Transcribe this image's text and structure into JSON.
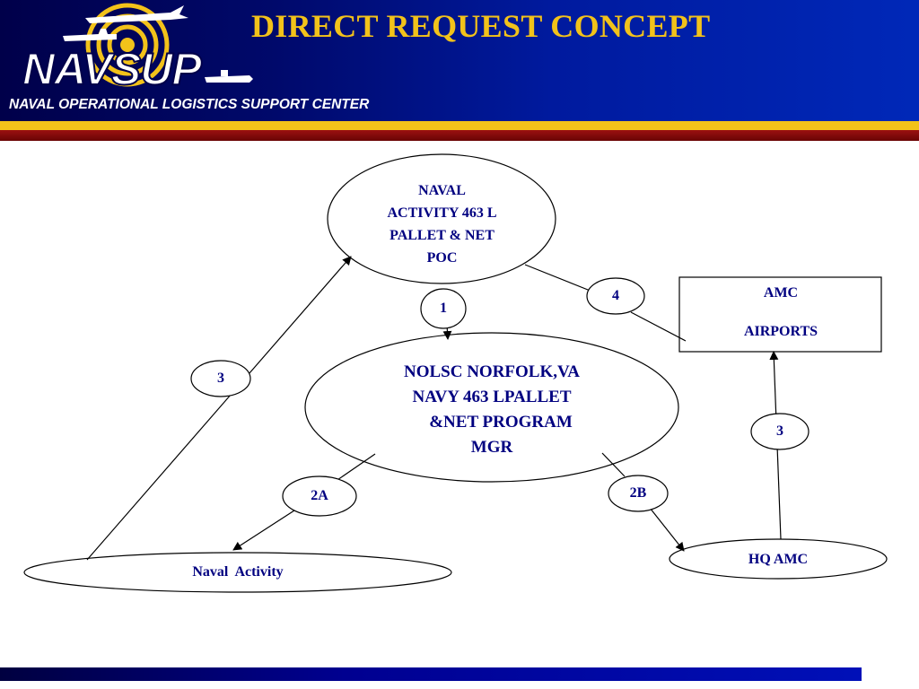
{
  "header": {
    "logo_text": "NAVSUP",
    "title": "DIRECT REQUEST CONCEPT",
    "subtitle": "NAVAL OPERATIONAL LOGISTICS SUPPORT CENTER"
  },
  "colors": {
    "title_gold": "#f2c21a",
    "header_blue": "#00096b",
    "label_navy": "#000080",
    "stripe_red": "#8b0a0a"
  },
  "diagram": {
    "nodes": {
      "naval_activity_poc": {
        "lines": [
          "NAVAL",
          "ACTIVITY 463 L",
          "PALLET & NET",
          "POC"
        ]
      },
      "nolsc": {
        "lines": [
          "NOLSC NORFOLK,VA",
          "NAVY 463 LPALLET",
          "&NET PROGRAM",
          "MGR"
        ]
      },
      "naval_activity": {
        "label": "Naval  Activity"
      },
      "hq_amc": {
        "label": "HQ AMC"
      },
      "amc_airports": {
        "line1": "AMC",
        "line2": "AIRPORTS"
      }
    },
    "steps": {
      "step_1": "1",
      "step_2a": "2A",
      "step_2b": "2B",
      "step_3_left": "3",
      "step_3_right": "3",
      "step_4": "4"
    }
  }
}
